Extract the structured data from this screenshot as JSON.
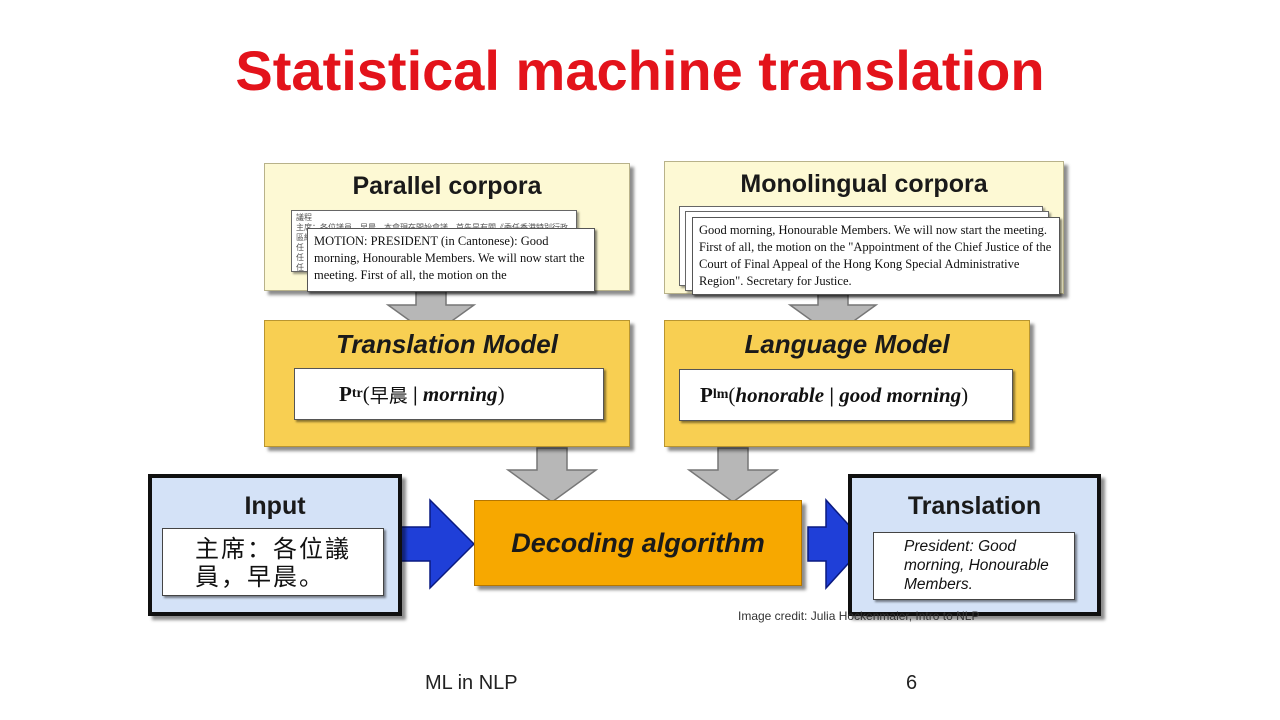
{
  "slide": {
    "title": "Statistical machine translation",
    "footer_left": "ML in NLP",
    "page_number": "6",
    "image_credit": "Image credit: Julia Hockenmaier, Intro to NLP"
  },
  "diagram": {
    "parallel_corpora": {
      "heading": "Parallel corpora",
      "back_doc_text": "議程\n主席：各位議員，早晨。本會現在開始會議。首先是有關《委任香港特別行政區終審法院\n任\n任\n任",
      "front_doc_text": "MOTION: PRESIDENT (in Cantonese): Good morning, Honourable Members. We will now start the meeting. First of all, the motion on the"
    },
    "monolingual_corpora": {
      "heading": "Monolingual corpora",
      "front_doc_text": "Good morning, Honourable Members. We will now start the meeting. First of all, the motion on the \"Appointment of the Chief Justice of the Court of Final Appeal of the Hong Kong Special Administrative Region\". Secretary for Justice."
    },
    "translation_model": {
      "heading": "Translation Model",
      "P": "P",
      "sub": "tr",
      "open": "(",
      "source_word": "早晨",
      "bar": " | ",
      "target_word": "morning",
      "close": ")"
    },
    "language_model": {
      "heading": "Language Model",
      "P": "P",
      "sub": "lm",
      "open": "(",
      "word": "honorable",
      "bar": " | ",
      "context": "good morning",
      "close": ")"
    },
    "input": {
      "heading": "Input",
      "text_line1": "主席：各位議",
      "text_line2": "員，早晨。"
    },
    "decoder": {
      "label": "Decoding algorithm"
    },
    "translation": {
      "heading": "Translation",
      "text": "President:  Good morning, Honourable Members."
    },
    "colors": {
      "title_red": "#e3131b",
      "corpora_bg": "#fdf9d4",
      "model_yellow": "#f8cf52",
      "decoder_orange": "#f7a800",
      "io_blue": "#d4e2f7",
      "arrow_blue": "#1f3fd8",
      "arrow_gray": "#b7b7b7"
    }
  }
}
